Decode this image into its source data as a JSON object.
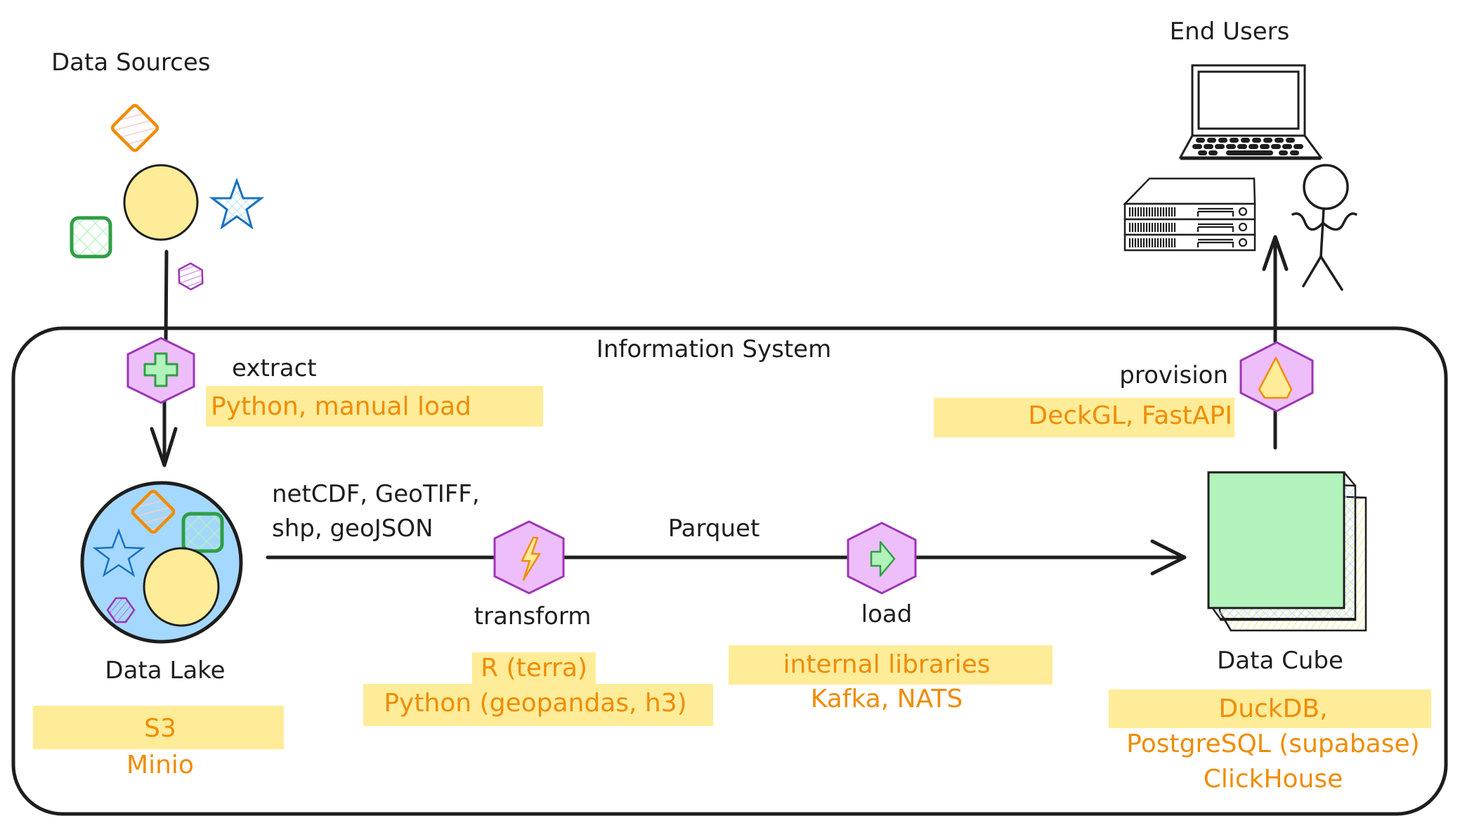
{
  "title": "Data pipeline architecture",
  "colors": {
    "stroke": "#1e1e1e",
    "accent_text": "#f08c00",
    "highlight": "#ffec99",
    "hex_fill": "#eebefa",
    "hex_stroke": "#9c36b5",
    "lake_fill": "#a5d8ff",
    "circle_fill": "#ffec99",
    "cube_fill": "#b2f2bb"
  },
  "data_sources": {
    "label": "Data Sources",
    "icons": [
      "diamond-icon",
      "circle-icon",
      "star-icon",
      "square-icon",
      "hexagon-icon"
    ]
  },
  "end_users": {
    "label": "End Users",
    "icons": [
      "laptop-icon",
      "server-icon",
      "person-icon"
    ]
  },
  "information_system": {
    "label": "Information System"
  },
  "steps": {
    "extract": {
      "label": "extract",
      "icon": "plus-icon",
      "tools": [
        "Python, manual load"
      ]
    },
    "transform": {
      "label": "transform",
      "icon": "lightning-icon",
      "tools": [
        "R (terra)",
        "Python (geopandas, h3)"
      ]
    },
    "load": {
      "label": "load",
      "icon": "arrow-right-icon",
      "tools": [
        "internal libraries",
        "Kafka, NATS"
      ]
    },
    "provision": {
      "label": "provision",
      "icon": "pentagon-icon",
      "tools": [
        "DeckGL, FastAPI"
      ]
    }
  },
  "stores": {
    "data_lake": {
      "label": "Data Lake",
      "tools": [
        "S3",
        "Minio"
      ]
    },
    "data_cube": {
      "label": "Data Cube",
      "tools": [
        "DuckDB,",
        "PostgreSQL (supabase)",
        "ClickHouse"
      ]
    }
  },
  "edges": {
    "lake_to_transform": [
      "netCDF, GeoTIFF,",
      "shp, geoJSON"
    ],
    "transform_to_load": "Parquet"
  }
}
